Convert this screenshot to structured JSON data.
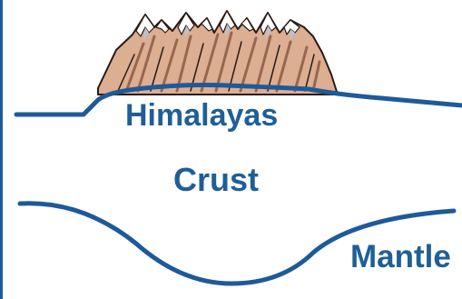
{
  "labels": {
    "himalayas": "Himalayas",
    "crust": "Crust",
    "mantle": "Mantle"
  },
  "colors": {
    "line": "#1e5a9a",
    "label": "#1f5f96",
    "rock_light": "#e8c2a8",
    "rock_dark": "#8c5a44",
    "rock_outline": "#2a1a14",
    "snow": "#ffffff",
    "snow_shade": "#b9c3d1"
  }
}
